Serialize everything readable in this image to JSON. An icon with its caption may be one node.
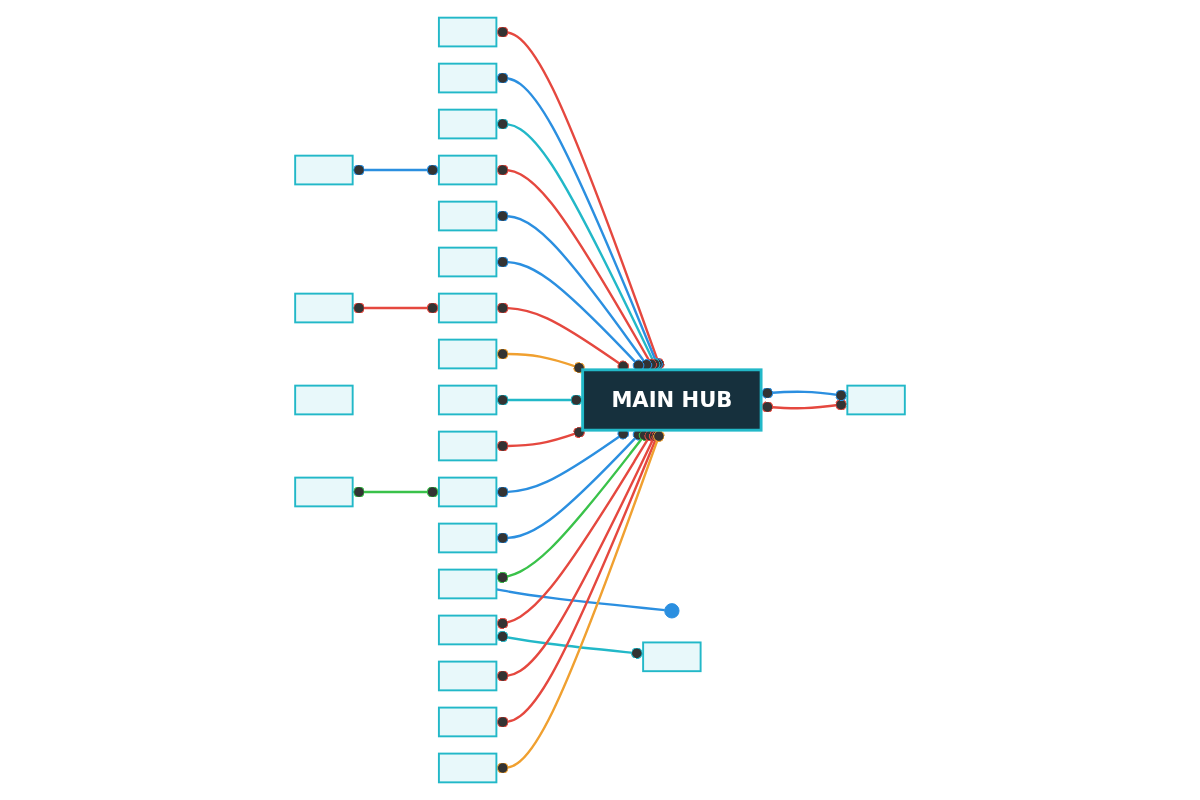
{
  "diagram": {
    "nodes": [
      {
        "text": [
          "MAIN HUB"
        ]
      },
      {
        "text": [],
        "shape": "box"
      },
      {
        "text": [],
        "shape": "box"
      },
      {
        "text": [],
        "shape": "box"
      },
      {
        "text": [],
        "shape": "box"
      },
      {
        "text": [],
        "shape": "box"
      },
      {
        "text": [],
        "shape": "box"
      },
      {
        "text": [],
        "shape": "box"
      },
      {
        "text": [],
        "shape": "box"
      },
      {
        "text": [],
        "shape": "box"
      },
      {
        "text": [],
        "shape": "box"
      },
      {
        "text": [],
        "shape": "box"
      },
      {
        "text": [],
        "shape": "box"
      },
      {
        "text": [],
        "shape": "box"
      },
      {
        "text": [],
        "shape": "box"
      },
      {
        "text": [],
        "shape": "box"
      },
      {
        "text": [],
        "shape": "box"
      },
      {
        "text": [],
        "shape": "box"
      },
      {
        "text": [],
        "shape": "box"
      },
      {
        "text": [],
        "shape": "box"
      },
      {
        "text": [],
        "shape": "box"
      },
      {
        "text": [],
        "shape": "box"
      },
      {
        "text": [],
        "shape": "box"
      },
      {
        "text": [],
        "shape": "box"
      },
      {
        "text": [],
        "shape": "circle"
      }
    ],
    "edges": [
      {
        "from": 1,
        "to": 0,
        "arrow": "other"
      },
      {
        "from": 2,
        "to": 0,
        "arrow": "other",
        "color": "#2b8fe0"
      },
      {
        "from": 3,
        "to": 0,
        "arrow": "other",
        "color": "#22b8c8"
      },
      {
        "from": 4,
        "to": 5,
        "arrow": "other",
        "color": "#2b8fe0"
      },
      {
        "from": 5,
        "to": 0,
        "arrow": "other"
      },
      {
        "from": 6,
        "to": 0,
        "arrow": "other",
        "color": "#2b8fe0"
      },
      {
        "from": 7,
        "to": 0,
        "arrow": "other",
        "color": "#2b8fe0"
      },
      {
        "from": 8,
        "to": 9,
        "arrow": "other"
      },
      {
        "from": 9,
        "to": 0,
        "arrow": "other"
      },
      {
        "from": 10,
        "to": 0,
        "arrow": "other",
        "color": "#f0a030"
      },
      {
        "from": 11,
        "to": 0,
        "arrow": "other",
        "color": "#22b8c8"
      },
      {
        "from": 13,
        "to": 0,
        "arrow": "other"
      },
      {
        "from": 14,
        "to": 0,
        "arrow": "other",
        "color": "#2b8fe0"
      },
      {
        "from": 15,
        "to": 0,
        "arrow": "other"
      },
      {
        "from": 0,
        "to": 15,
        "arrow": "other",
        "color": "#2b8fe0"
      },
      {
        "from": 16,
        "to": 0,
        "arrow": "other",
        "color": "#2b8fe0"
      },
      {
        "from": 17,
        "to": 14,
        "arrow": "other",
        "color": "#3ac24a"
      },
      {
        "from": 18,
        "to": 0,
        "arrow": "other",
        "color": "#3ac24a"
      },
      {
        "from": 18,
        "to": 24,
        "arrow": "none",
        "color": "#2b8fe0"
      },
      {
        "from": 19,
        "to": 0,
        "arrow": "other"
      },
      {
        "from": 19,
        "to": 23,
        "arrow": "other",
        "color": "#22b8c8"
      },
      {
        "from": 20,
        "to": 0,
        "arrow": "other"
      },
      {
        "from": 21,
        "to": 0,
        "arrow": "other"
      },
      {
        "from": 22,
        "to": 0,
        "arrow": "other",
        "color": "#f0a030"
      }
    ]
  }
}
